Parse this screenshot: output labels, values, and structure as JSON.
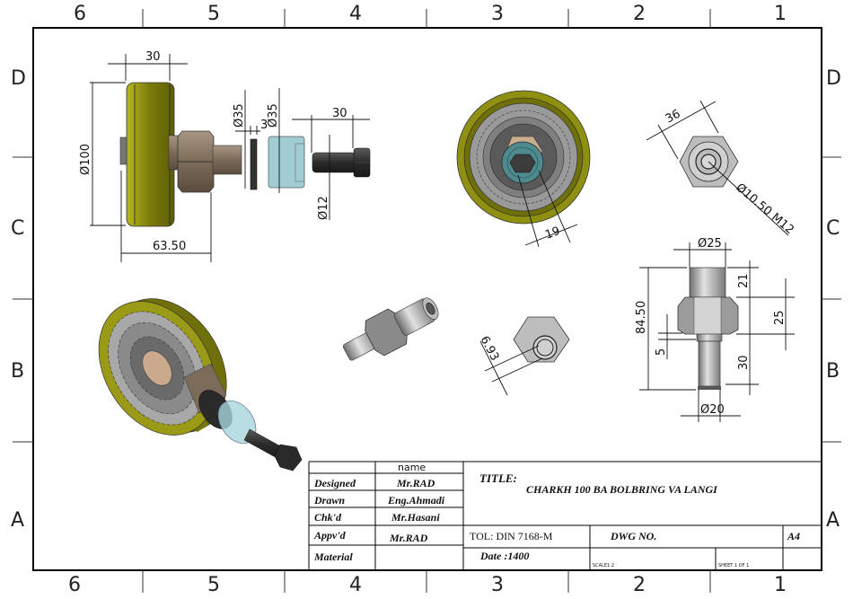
{
  "sheet": {
    "column_zones": [
      "6",
      "5",
      "4",
      "3",
      "2",
      "1"
    ],
    "row_zones": [
      "D",
      "C",
      "B",
      "A"
    ]
  },
  "title_block": {
    "name_header": "name",
    "rows": [
      {
        "label": "Designed",
        "value": "Mr.RAD"
      },
      {
        "label": "Drawn",
        "value": "Eng.Ahmadi"
      },
      {
        "label": "Chk'd",
        "value": "Mr.Hasani"
      },
      {
        "label": "Appv'd",
        "value": "Mr.RAD"
      },
      {
        "label": "Material",
        "value": ""
      }
    ],
    "title_label": "TITLE:",
    "title": "CHARKH 100 BA BOLBRING VA LANGI",
    "tolerance": "TOL:  DIN 7168-M",
    "dwg_no_label": "DWG NO.",
    "size": "A4",
    "date": "Date :1400",
    "scale": "SCALE1:2",
    "sheet": "SHEET 1 OF 1"
  },
  "dimensions": {
    "wheel_width": "30",
    "wheel_diameter": "Ø100",
    "assembly_length": "63.50",
    "washer_diameter": "Ø35",
    "washer_thickness": "3",
    "spacer_diameter": "Ø35",
    "bolt_length": "30",
    "bolt_diameter": "Ø12",
    "nut_across_flats": "19",
    "hex_across_corners": "36",
    "bore": "Ø10.50 M12",
    "axle_top_diameter": "Ø25",
    "axle_total_length": "84.50",
    "axle_top_length": "21",
    "hex_height": "25",
    "collar_height": "5",
    "axle_bottom_length": "30",
    "axle_bottom_diameter": "Ø20",
    "end_view_dim": "6.93"
  },
  "colors": {
    "wheel_tread": "#8f8f12",
    "bronze": "#8a7a68",
    "spacer": "#9fcdd3",
    "bolt": "#3a3a3a",
    "steel": "#b8b8b8"
  }
}
